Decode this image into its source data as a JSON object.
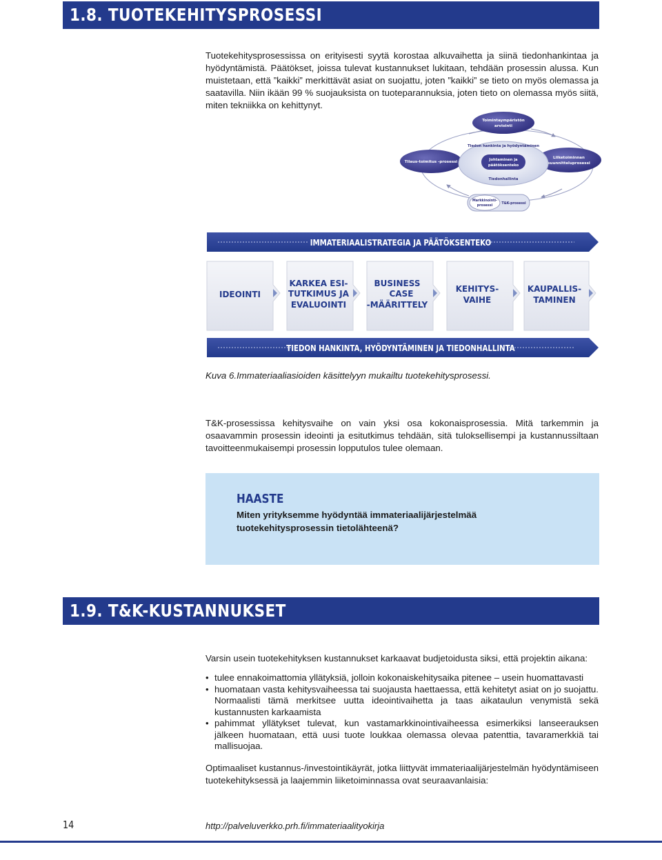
{
  "section1": {
    "title": "1.8.  TUOTEKEHITYSPROSESSI",
    "intro": "Tuotekehitysprosessissa on erityisesti syytä korostaa alkuvaihetta ja siinä tiedonhankintaa ja hyödyntämistä. Päätökset, joissa tulevat kustannukset lukitaan, tehdään prosessin alussa. Kun muistetaan, että ”kaikki” merkittävät asiat on suojattu, joten ”kaikki” se tieto on myös olemassa ja saatavilla. Niin ikään 99 % suojauksista on tuoteparannuksia, joten tieto on olemassa myös siitä, miten tekniikka on kehittynyt."
  },
  "diagram": {
    "top_node": [
      "Toimintaympäristön",
      "arviointi"
    ],
    "left_node": "Tilaus-toimitus -prosessi",
    "right_node": [
      "Liiketoiminnan",
      "suunnitteluprosessi"
    ],
    "center_node": [
      "Johtaminen ja",
      "päätöksenteko"
    ],
    "center_top_label": "Tiedon hankinta ja hyödyntäminen",
    "center_bottom_label": "Tiedonhallinta",
    "bottom_node_left": [
      "Markkinointi-",
      "prosessi"
    ],
    "bottom_node_right": "T&K-prosessi"
  },
  "process": {
    "top_banner": "IMMATERIAALISTRATEGIA JA PÄÄTÖKSENTEKO",
    "steps": [
      [
        "IDEOINTI"
      ],
      [
        "KARKEA ESI-",
        "TUTKIMUS JA",
        "EVALUOINTI"
      ],
      [
        "BUSINESS",
        "CASE",
        "-MÄÄRITTELY"
      ],
      [
        "KEHITYS-",
        "VAIHE"
      ],
      [
        "KAUPALLIS-",
        "TAMINEN"
      ]
    ],
    "bottom_banner": "TIEDON HANKINTA, HYÖDYNTÄMINEN JA TIEDONHALLINTA"
  },
  "caption": "Kuva 6.Immateriaaliasioiden käsittelyyn mukailtu tuotekehitysprosessi.",
  "para2": "T&K-prosessissa kehitysvaihe on vain yksi osa kokonaisprosessia. Mitä tarkemmin ja osaavammin prosessin ideointi ja esitutkimus tehdään, sitä tuloksellisempi ja kustannussiltaan tavoitteenmukaisempi prosessin lopputulos tulee olemaan.",
  "challenge": {
    "title": "HAASTE",
    "question": "Miten yrityksemme hyödyntää immateriaalijärjestelmää tuotekehitysprosessin tietolähteenä?"
  },
  "section2": {
    "title": "1.9.  T&K-KUSTANNUKSET",
    "intro": "Varsin usein tuotekehityksen kustannukset karkaavat budjetoidusta siksi, että projektin aikana:",
    "bullets": [
      "tulee ennakoimattomia yllätyksiä, jolloin kokonaiskehitysaika pitenee – usein huomattavasti",
      "huomataan vasta kehitysvaiheessa tai suojausta haettaessa, että kehitetyt asiat on jo suojattu. Normaalisti tämä merkitsee uutta ideointivaihetta ja taas aikataulun venymistä sekä kustannusten karkaamista",
      "pahimmat yllätykset tulevat, kun vastamarkkinointivaiheessa esimerkiksi lanseerauksen jälkeen huomataan, että uusi tuote loukkaa olemassa olevaa patenttia, tavaramerkkiä tai mallisuojaa."
    ],
    "closing": "Optimaaliset kustannus-/investointikäyrät, jotka liittyvät immateriaalijärjestelmän hyödyntämiseen tuotekehityksessä ja laajemmin liiketoiminnassa ovat seuraavanlaisia:"
  },
  "footer": {
    "page_number": "14",
    "url": "http://palveluverkko.prh.fi/immateriaalityokirja"
  },
  "colors": {
    "brand_blue": "#233a8c",
    "box_blue": "#c9e2f5",
    "node_purple": "#3f3f92"
  }
}
